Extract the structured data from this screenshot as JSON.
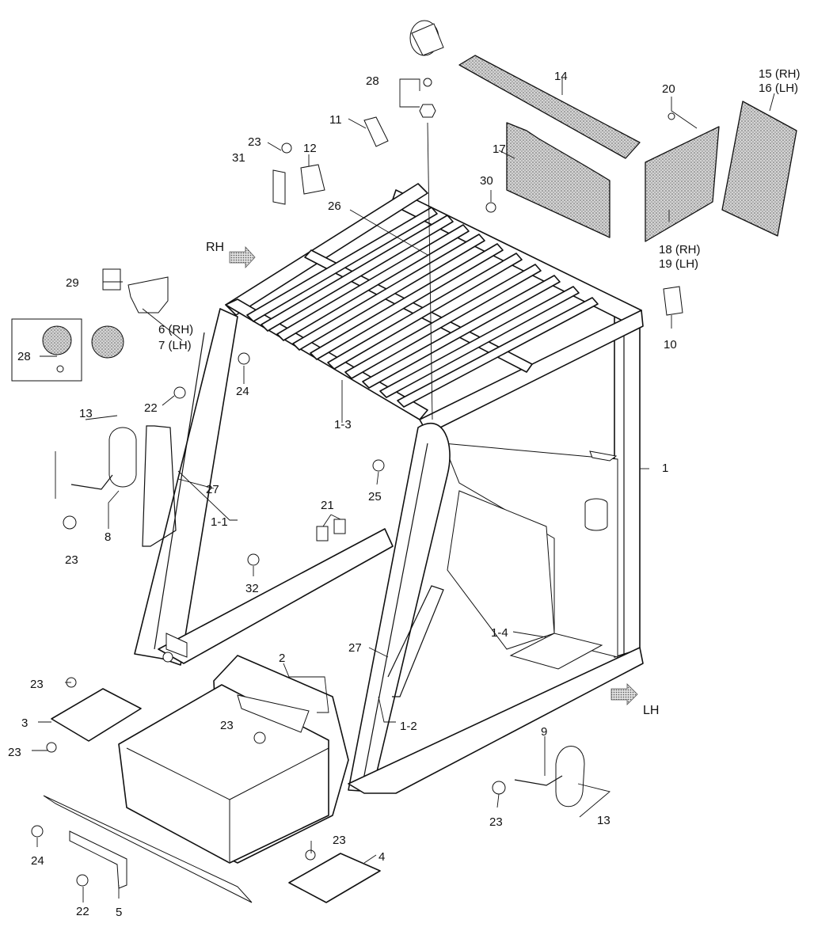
{
  "labels": {
    "p1": "1",
    "p1_1": "1-1",
    "p1_2": "1-2",
    "p1_3": "1-3",
    "p1_4": "1-4",
    "p2": "2",
    "p3": "3",
    "p4": "4",
    "p5": "5",
    "p6_7_rh": "6 (RH)",
    "p6_7_lh": "7 (LH)",
    "p8": "8",
    "p9": "9",
    "p10": "10",
    "p11": "11",
    "p12": "12",
    "p13_left": "13",
    "p13_right": "13",
    "p14": "14",
    "p15_16_rh": "15 (RH)",
    "p15_16_lh": "16 (LH)",
    "p17": "17",
    "p18_19_rh": "18 (RH)",
    "p18_19_lh": "19 (LH)",
    "p20": "20",
    "p21": "21",
    "p22_top": "22",
    "p22_bottom": "22",
    "p23_top": "23",
    "p23_left_mirror": "23",
    "p23_floor_a": "23",
    "p23_floor_b": "23",
    "p23_center": "23",
    "p23_right_mirror": "23",
    "p23_bottom": "23",
    "p24_top": "24",
    "p24_bottom": "24",
    "p25": "25",
    "p26": "26",
    "p27_left": "27",
    "p27_right": "27",
    "p28_top": "28",
    "p28_left": "28",
    "p29": "29",
    "p30": "30",
    "p31": "31",
    "p32": "32"
  },
  "directions": {
    "rh": "RH",
    "lh": "LH"
  },
  "colors": {
    "line": "#111111",
    "pad_fill": "#bdbdbd",
    "background": "#ffffff"
  }
}
